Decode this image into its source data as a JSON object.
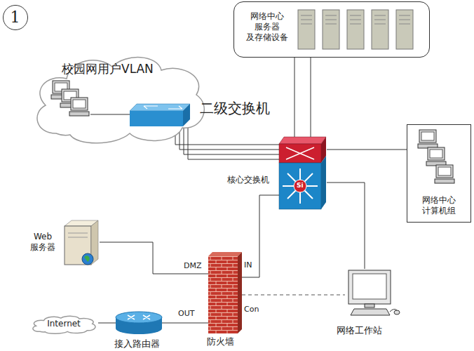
{
  "diagram": {
    "nodes": [
      {
        "text": [
          "1"
        ]
      },
      {
        "text": [
          "网络中心 服务器 及存储设备"
        ]
      },
      {
        "text": [
          "校园网用户VLAN"
        ]
      },
      {
        "text": [
          "二级交换机"
        ]
      },
      {
        "text": [
          "核心交换机"
        ]
      },
      {
        "text": [
          "网络中心 计算机组"
        ]
      },
      {
        "text": [
          "Web 服务器"
        ]
      },
      {
        "text": [
          "防火墙"
        ]
      },
      {
        "text": [
          "Internet"
        ]
      },
      {
        "text": [
          "接入路由器"
        ]
      },
      {
        "text": [
          "网络工作站"
        ]
      }
    ],
    "edges": [
      {
        "from": 3,
        "to": 4,
        "arrow": "none"
      },
      {
        "from": 1,
        "to": 4,
        "arrow": "none"
      },
      {
        "from": 4,
        "to": 5,
        "arrow": "none"
      },
      {
        "from": 4,
        "to": 7,
        "arrow": "none"
      },
      {
        "from": 4,
        "to": 10,
        "arrow": "none"
      },
      {
        "from": 7,
        "to": 6,
        "arrow": "none"
      },
      {
        "from": 7,
        "to": 9,
        "arrow": "none"
      },
      {
        "from": 9,
        "to": 8,
        "arrow": "none"
      },
      {
        "from": 7,
        "to": 10,
        "arrow": "none"
      }
    ],
    "labels": [
      "DMZ",
      "IN",
      "OUT",
      "Con",
      "Si"
    ]
  }
}
